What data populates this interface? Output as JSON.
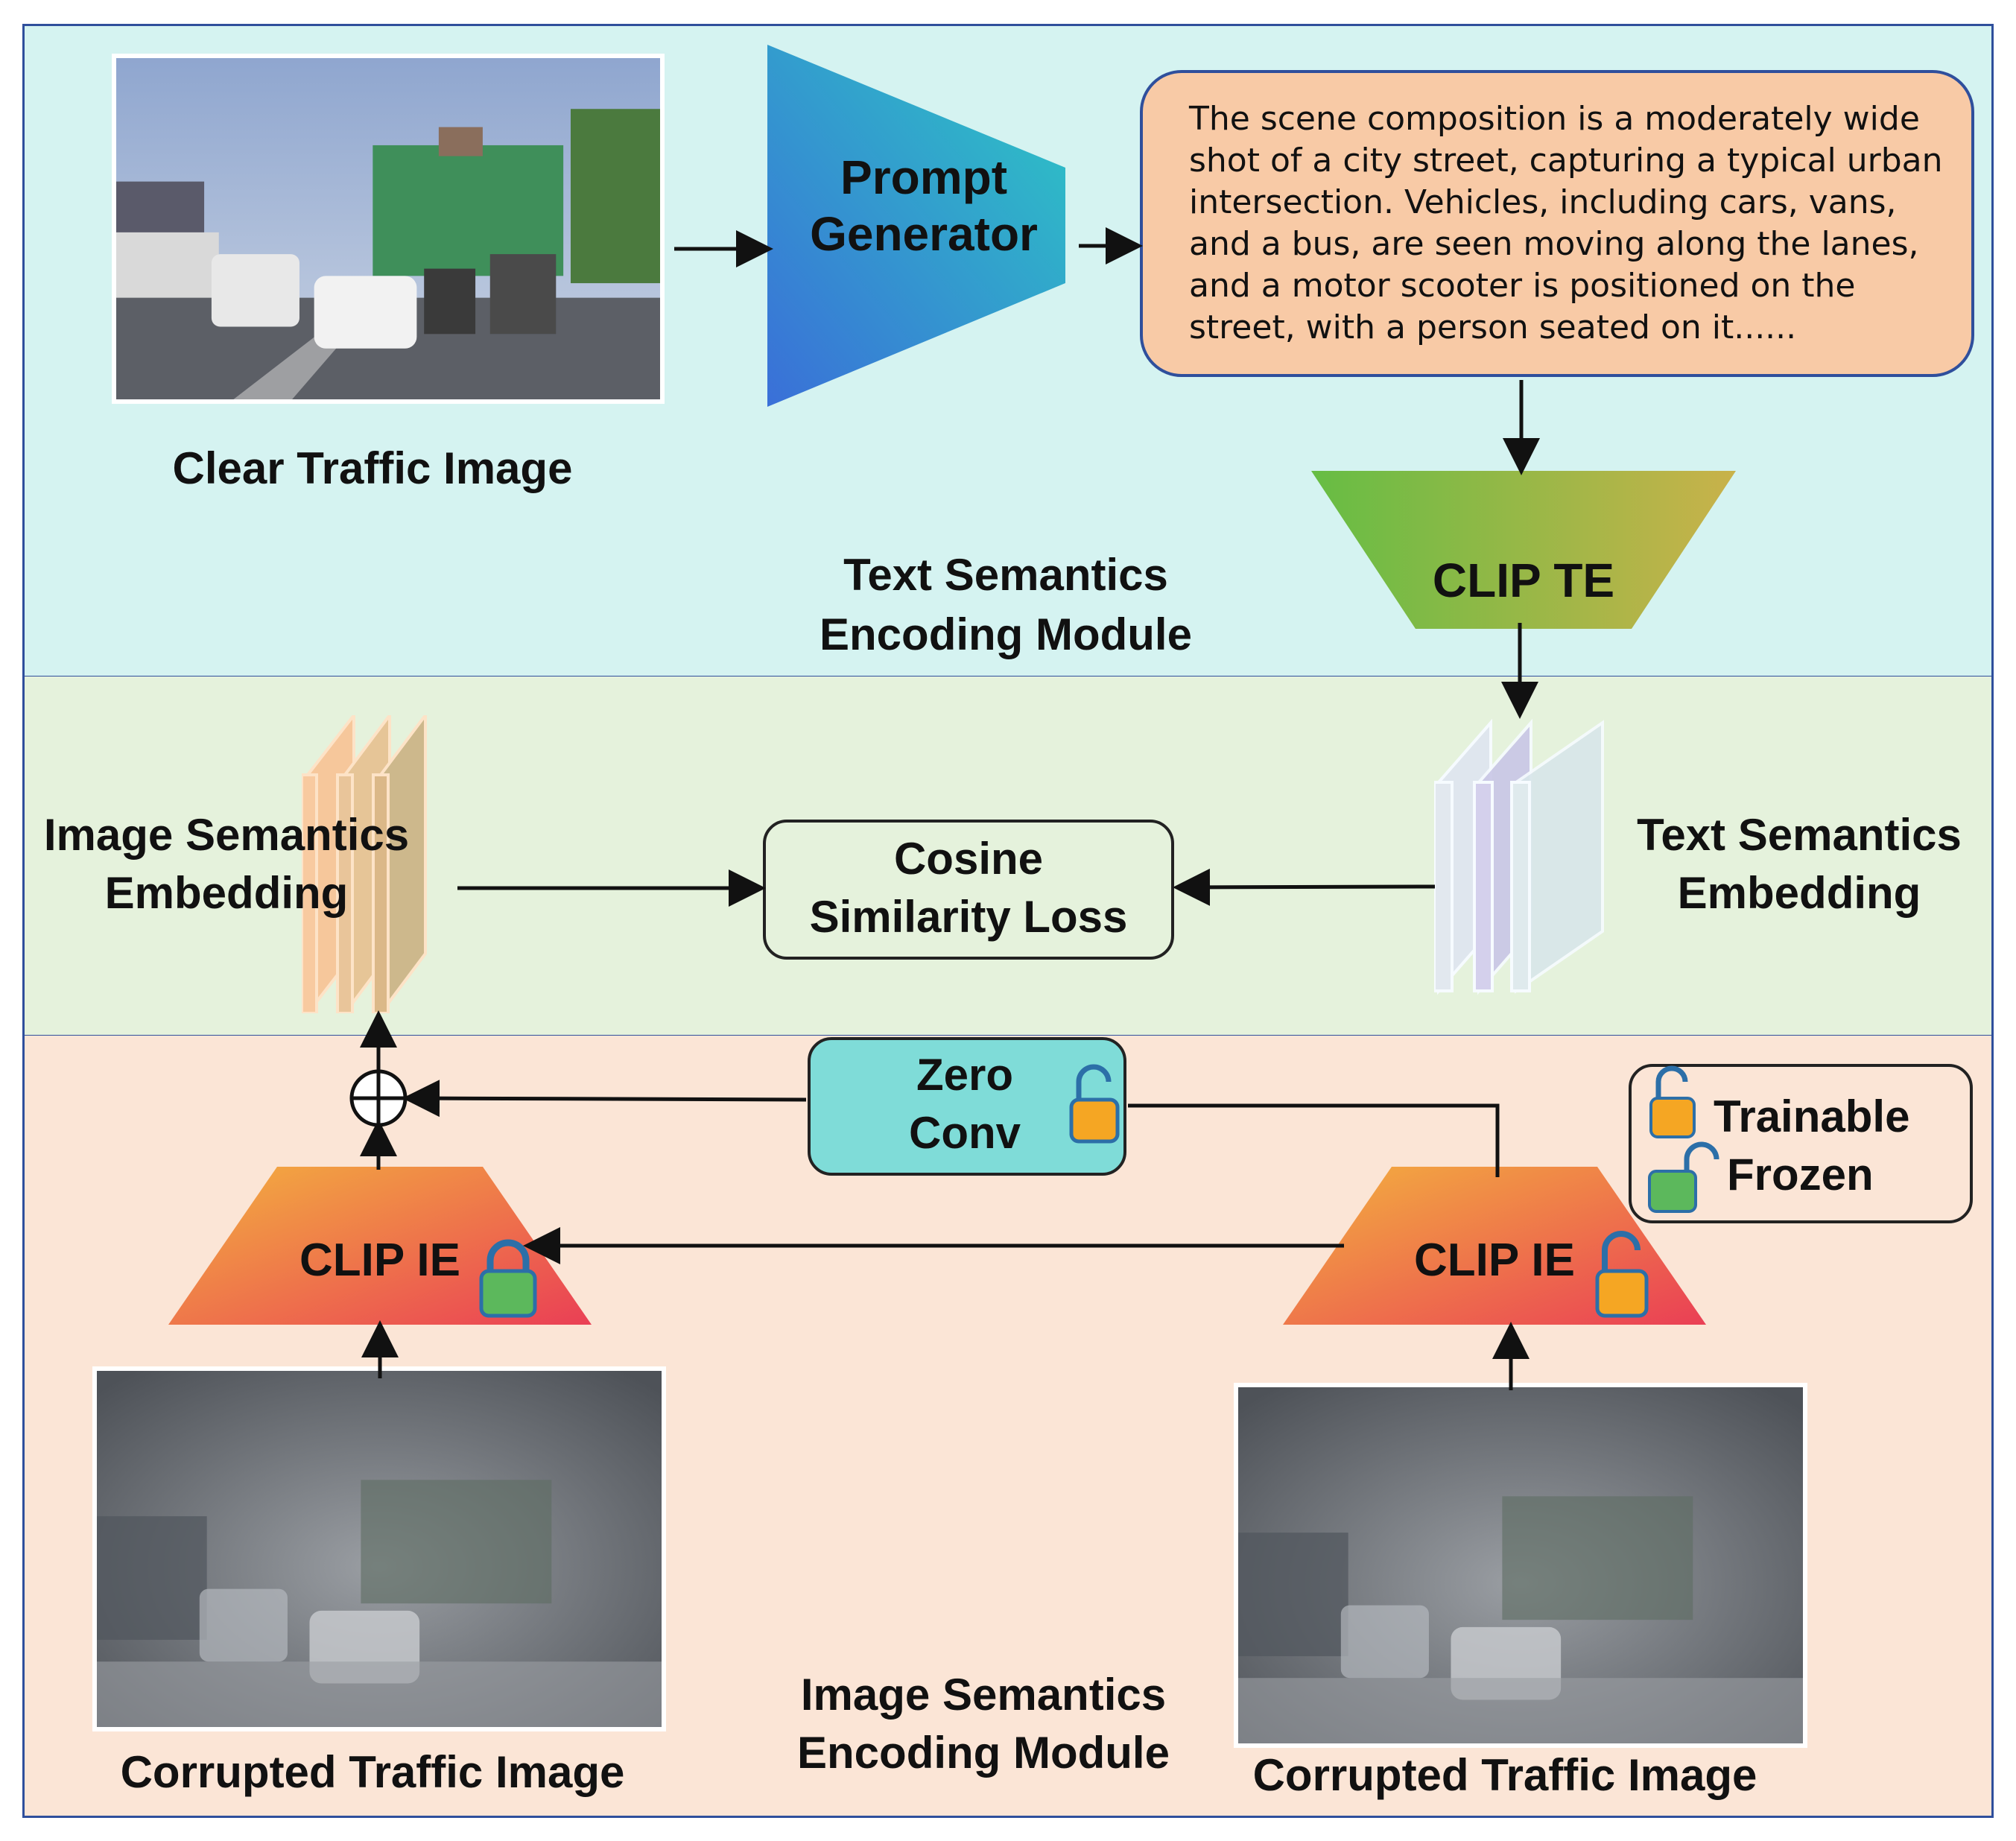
{
  "diagram": {
    "top_module": {
      "title_line1": "Text Semantics",
      "title_line2": "Encoding Module",
      "clear_image_caption": "Clear Traffic Image",
      "prompt_generator_line1": "Prompt",
      "prompt_generator_line2": "Generator",
      "description_text": "The scene composition is a moderately wide shot of a city street, capturing a typical urban intersection. Vehicles, including cars, vans, and a bus, are seen moving along the lanes, and a motor scooter is positioned on the street, with a person seated on it......",
      "clip_te": "CLIP TE"
    },
    "middle_module": {
      "image_embedding_line1": "Image Semantics",
      "image_embedding_line2": "Embedding",
      "cosine_line1": "Cosine",
      "cosine_line2": "Similarity Loss",
      "text_embedding_line1": "Text Semantics",
      "text_embedding_line2": "Embedding"
    },
    "bottom_module": {
      "title_line1": "Image Semantics",
      "title_line2": "Encoding Module",
      "zero_conv_line1": "Zero",
      "zero_conv_line2": "Conv",
      "clip_ie_left": "CLIP IE",
      "clip_ie_right": "CLIP IE",
      "corrupted_caption_left": "Corrupted Traffic Image",
      "corrupted_caption_right": "Corrupted Traffic Image",
      "legend_trainable": "Trainable",
      "legend_frozen": "Frozen"
    }
  },
  "colors": {
    "top_bg": "#d5f3f1",
    "mid_bg": "#e5f2dc",
    "bot_bg": "#fbe5d6",
    "border": "#2f4f9c",
    "description_bg": "#f8caa6",
    "zero_conv_bg": "#7fdcd8",
    "trainable_lock": "#f5a623",
    "frozen_lock": "#5cb85c"
  },
  "icons": [
    "unlocked-padlock-icon",
    "locked-padlock-icon",
    "plus-circle-icon",
    "arrow-icon"
  ]
}
